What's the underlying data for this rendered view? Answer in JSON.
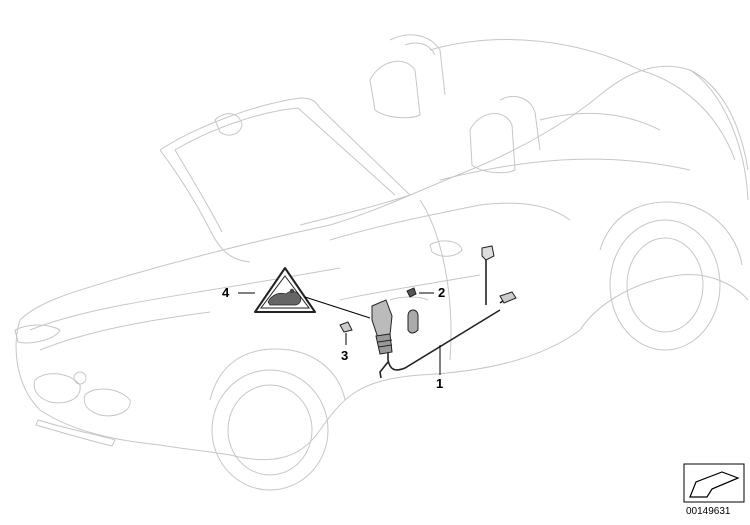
{
  "diagram": {
    "callouts": [
      {
        "id": "1",
        "label": "1"
      },
      {
        "id": "2",
        "label": "2"
      },
      {
        "id": "3",
        "label": "3"
      },
      {
        "id": "4",
        "label": "4"
      }
    ],
    "document_number": "00149631"
  }
}
